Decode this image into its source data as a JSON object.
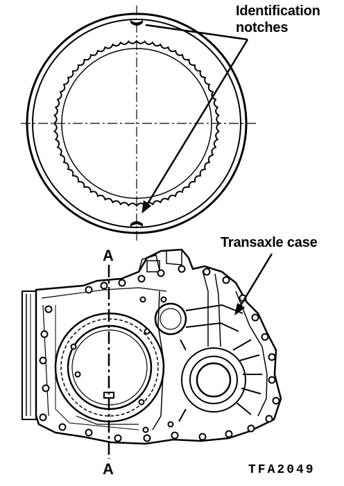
{
  "labels": {
    "identification_line1": "Identification",
    "identification_line2": "notches",
    "transaxle_case": "Transaxle case",
    "section_top": "A",
    "section_bottom": "A",
    "figure_code": "TFA2049"
  },
  "colors": {
    "ink": "#000000",
    "paper": "#ffffff"
  }
}
